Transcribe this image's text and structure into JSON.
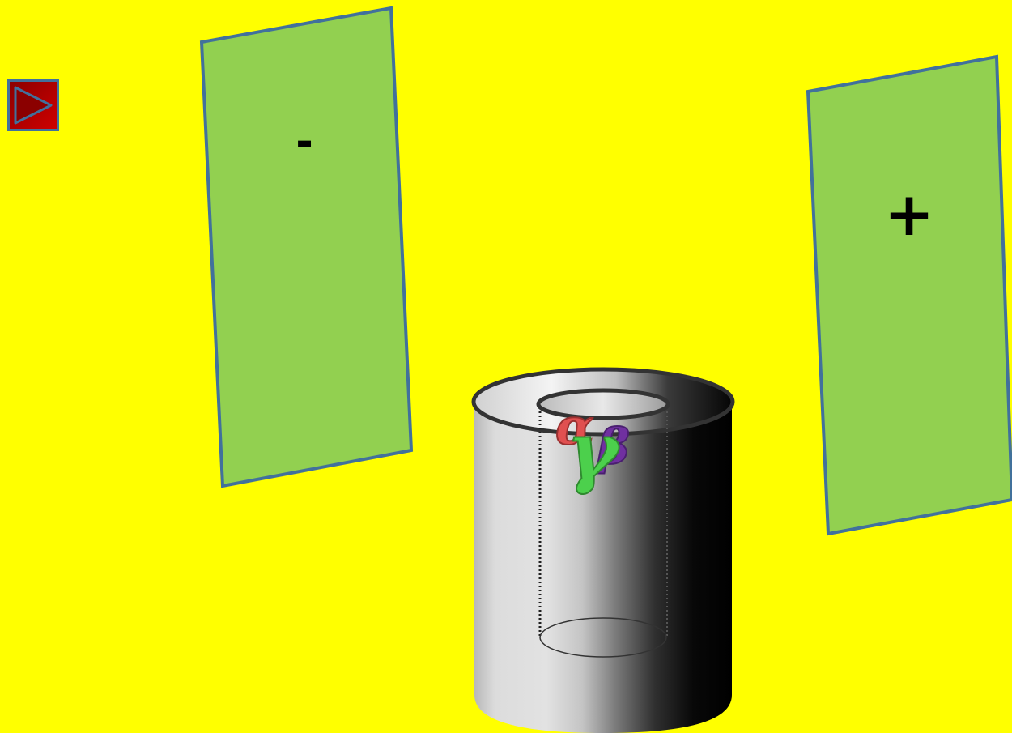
{
  "controls": {
    "play_button_icon": "play-triangle-icon"
  },
  "plates": {
    "negative": {
      "sign": "-"
    },
    "positive": {
      "sign": "+"
    }
  },
  "radiation": {
    "alpha": "α",
    "beta": "β",
    "gamma": "γ"
  },
  "colors": {
    "background": "#ffff00",
    "plate_fill": "#92d050",
    "plate_border": "#41719c",
    "button_fill": "#c00000",
    "alpha": "#e05050",
    "beta": "#7030a0",
    "gamma": "#4cd04c"
  }
}
